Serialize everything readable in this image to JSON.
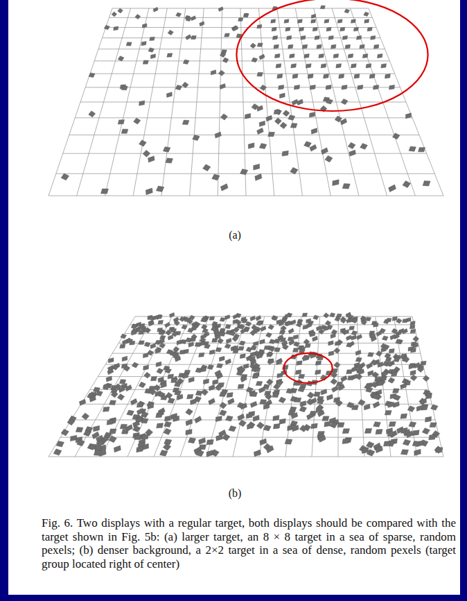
{
  "diagram": {
    "caption": "Fig. 6. Two displays with a regular target, both displays should be compared with the target shown in Fig. 5b: (a) larger target, an 8 × 8 target in a sea of sparse, random pexels; (b) denser background, a 2×2 target in a sea of dense, random pexels (target group located right of center)",
    "labels": [
      "(a)",
      "(b)"
    ]
  }
}
